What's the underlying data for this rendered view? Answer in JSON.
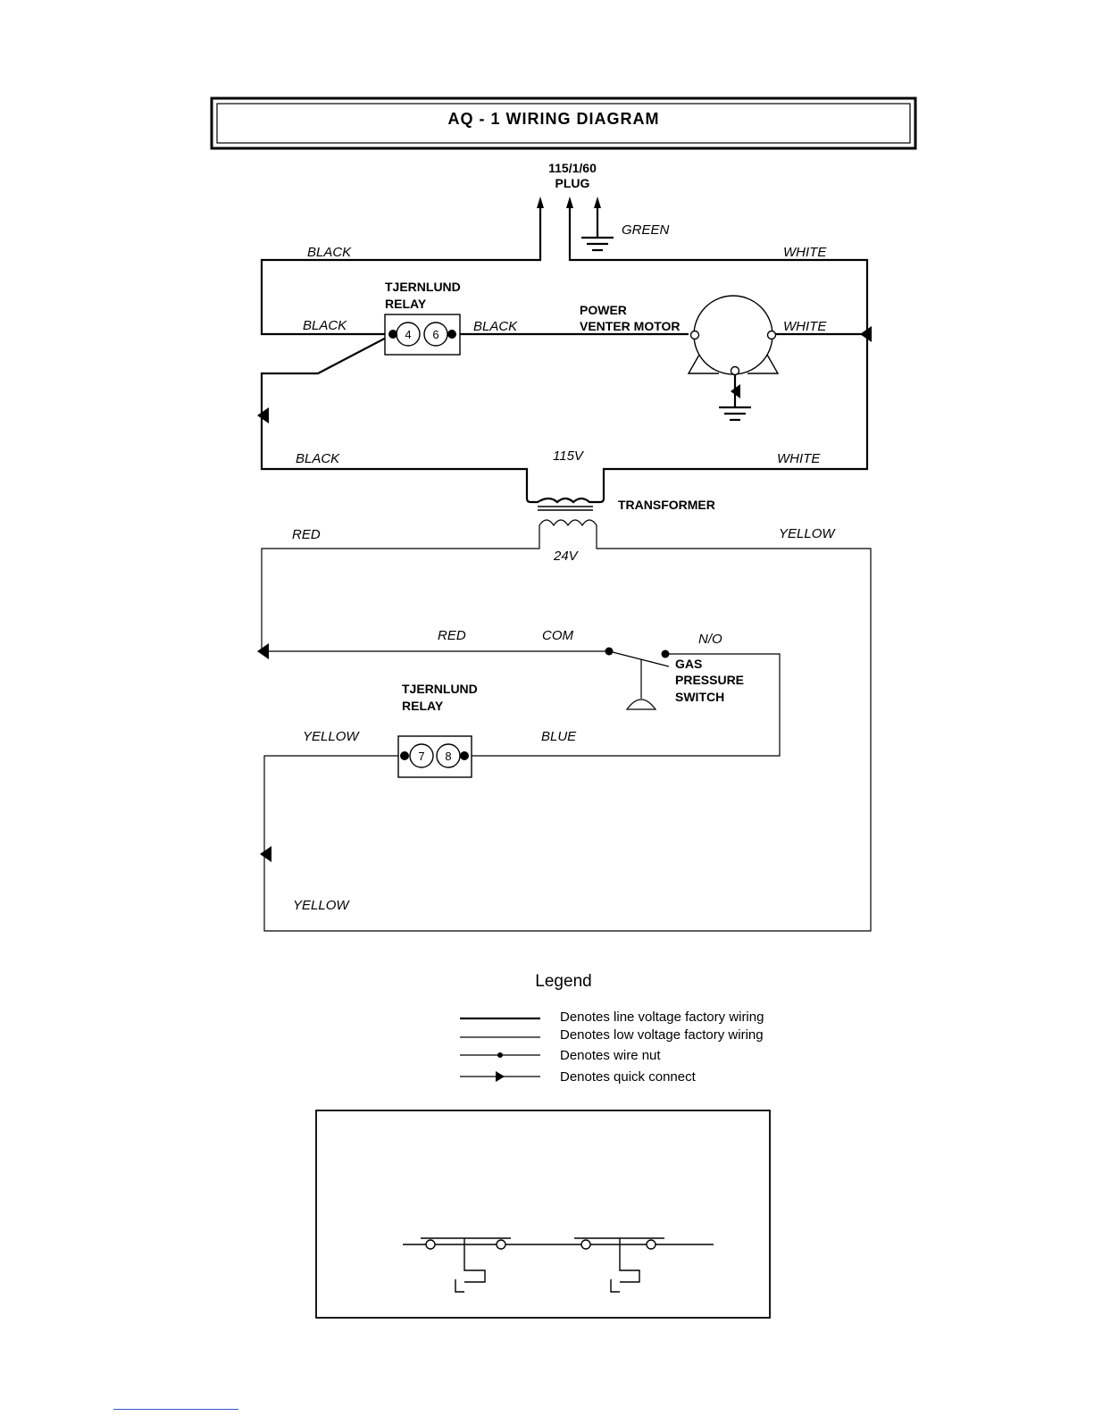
{
  "title": "AQ - 1  WIRING  DIAGRAM",
  "plug": {
    "rating": "115/1/60",
    "label": "PLUG",
    "ground_wire": "GREEN"
  },
  "wires": {
    "black_top": "BLACK",
    "white_top": "WHITE",
    "black_relay_in": "BLACK",
    "black_relay_out": "BLACK",
    "white_motor": "WHITE",
    "black_transformer": "BLACK",
    "white_transformer": "WHITE",
    "red_top": "RED",
    "yellow_top": "YELLOW",
    "red_switch": "RED",
    "yellow_relay": "YELLOW",
    "blue": "BLUE",
    "yellow_bottom": "YELLOW"
  },
  "relay_upper": {
    "label_line1": "TJERNLUND",
    "label_line2": "RELAY",
    "pin_a": "4",
    "pin_b": "6"
  },
  "relay_lower": {
    "label_line1": "TJERNLUND",
    "label_line2": "RELAY",
    "pin_a": "7",
    "pin_b": "8"
  },
  "motor": {
    "label_line1": "POWER",
    "label_line2": "VENTER MOTOR"
  },
  "transformer": {
    "label": "TRANSFORMER",
    "primary": "115V",
    "secondary": "24V"
  },
  "switch": {
    "com": "COM",
    "no": "N/O",
    "label_line1": "GAS",
    "label_line2": "PRESSURE",
    "label_line3": "SWITCH"
  },
  "legend": {
    "title": "Legend",
    "items": [
      {
        "line": "line-voltage",
        "text": "Denotes line voltage factory wiring"
      },
      {
        "line": "low-voltage",
        "text": "Denotes low voltage factory wiring"
      },
      {
        "line": "wire-nut",
        "text": "Denotes wire nut"
      },
      {
        "line": "quick-connect",
        "text": "Denotes quick connect"
      }
    ]
  }
}
